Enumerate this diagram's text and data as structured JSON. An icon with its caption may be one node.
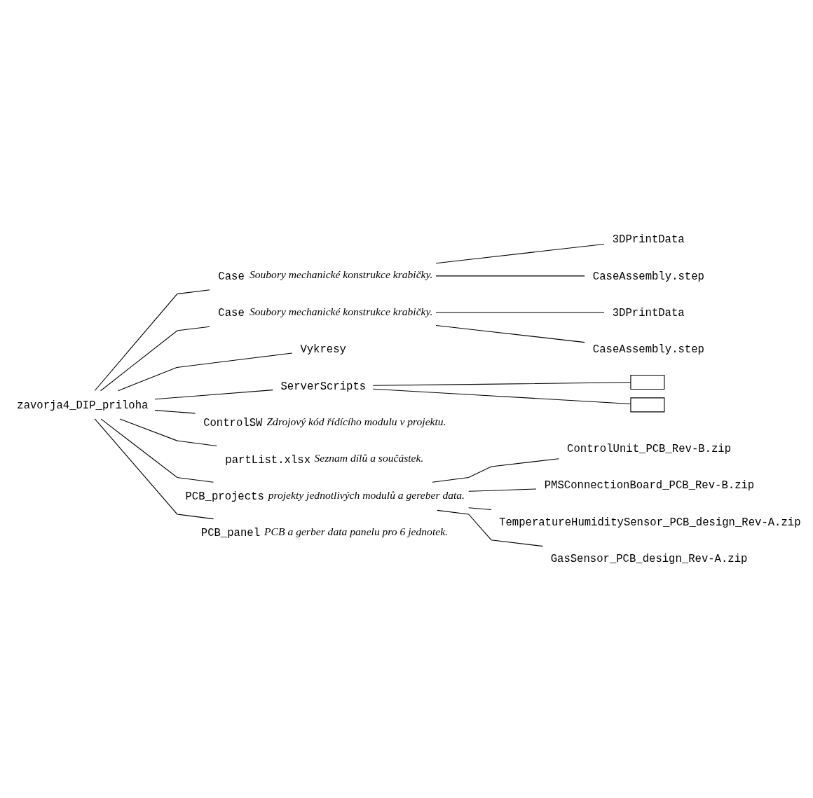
{
  "diagram": {
    "nodes": [
      {
        "text": [
          "zavorja4_DIP_priloha"
        ]
      },
      {
        "text": [
          "Case"
        ],
        "beside": [
          "Soubory mechanické konstrukce krabičky."
        ]
      },
      {
        "text": [
          "3DPrintData"
        ]
      },
      {
        "text": [
          "CaseAssembly.step"
        ]
      },
      {
        "text": [
          "Case"
        ],
        "beside": [
          "Soubory mechanické konstrukce krabičky."
        ]
      },
      {
        "text": [
          "3DPrintData"
        ]
      },
      {
        "text": [
          "CaseAssembly.step"
        ]
      },
      {
        "text": [
          "Vykresy"
        ]
      },
      {
        "text": [
          "ServerScripts"
        ]
      },
      {
        "text": [],
        "shape": "box"
      },
      {
        "text": [],
        "shape": "box"
      },
      {
        "text": [
          "ControlSW"
        ],
        "beside": [
          "Zdrojový kód řídícího modulu v projektu."
        ]
      },
      {
        "text": [
          "partList.xlsx"
        ],
        "beside": [
          "Seznam dílů a součástek."
        ]
      },
      {
        "text": [
          "PCB_projects"
        ],
        "beside": [
          "projekty jednotlivých modulů a gereber data."
        ]
      },
      {
        "text": [
          "ControlUnit_PCB_Rev-B.zip"
        ]
      },
      {
        "text": [
          "PMSConnectionBoard_PCB_Rev-B.zip"
        ]
      },
      {
        "text": [
          "TemperatureHumiditySensor_PCB_design_Rev-A.zip"
        ]
      },
      {
        "text": [
          "GasSensor_PCB_design_Rev-A.zip"
        ]
      },
      {
        "text": [
          "PCB_panel"
        ],
        "beside": [
          "PCB a gerber data panelu pro 6 jednotek."
        ]
      }
    ],
    "edges": [
      {
        "from": 0,
        "to": 1,
        "arrow": "none"
      },
      {
        "from": 1,
        "to": 2,
        "arrow": "none"
      },
      {
        "from": 1,
        "to": 3,
        "arrow": "none"
      },
      {
        "from": 0,
        "to": 4,
        "arrow": "none"
      },
      {
        "from": 4,
        "to": 5,
        "arrow": "none"
      },
      {
        "from": 4,
        "to": 6,
        "arrow": "none"
      },
      {
        "from": 0,
        "to": 7,
        "arrow": "none"
      },
      {
        "from": 0,
        "to": 8,
        "arrow": "none"
      },
      {
        "from": 8,
        "to": 9,
        "arrow": "none"
      },
      {
        "from": 8,
        "to": 10,
        "arrow": "none"
      },
      {
        "from": 0,
        "to": 11,
        "arrow": "none"
      },
      {
        "from": 0,
        "to": 12,
        "arrow": "none"
      },
      {
        "from": 0,
        "to": 13,
        "arrow": "none"
      },
      {
        "from": 13,
        "to": 14,
        "arrow": "none"
      },
      {
        "from": 13,
        "to": 15,
        "arrow": "none"
      },
      {
        "from": 13,
        "to": 16,
        "arrow": "none"
      },
      {
        "from": 13,
        "to": 17,
        "arrow": "none"
      },
      {
        "from": 0,
        "to": 18,
        "arrow": "none"
      }
    ]
  }
}
